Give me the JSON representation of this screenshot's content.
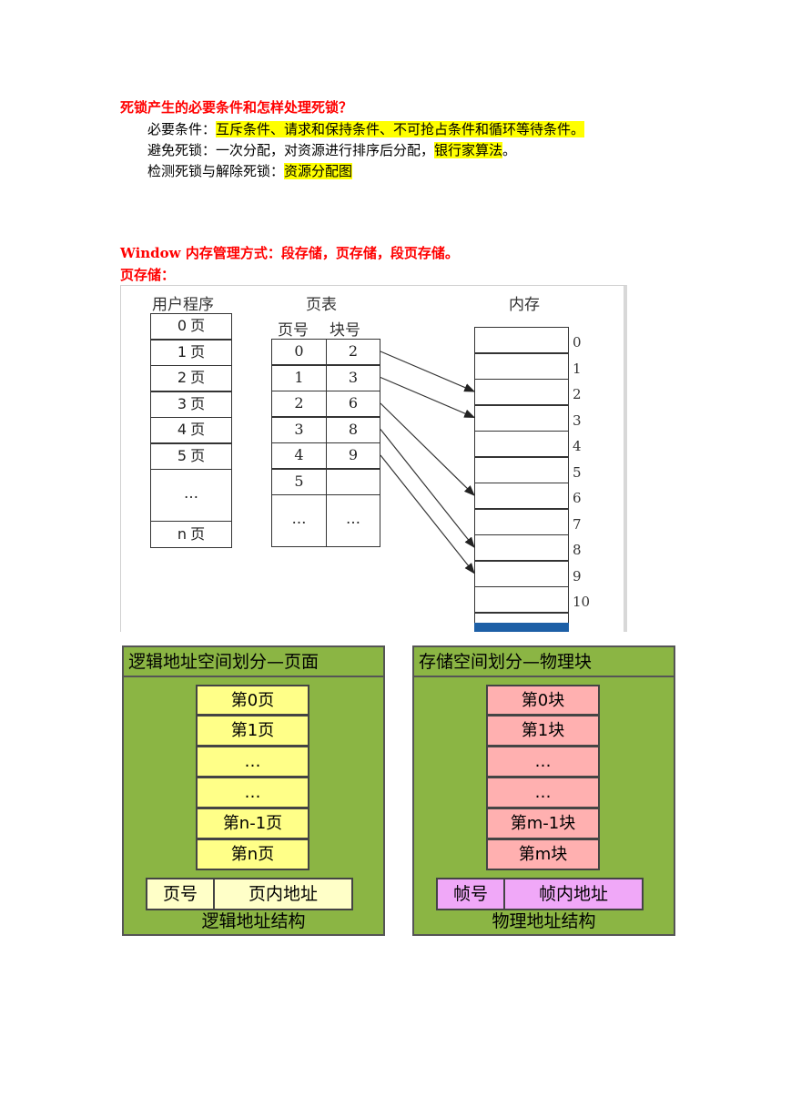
{
  "section1": {
    "heading": "死锁产生的必要条件和怎样处理死锁？",
    "line1_label": "必要条件：",
    "line1_value": "互斥条件、请求和保持条件、不可抢占条件和循环等待条件。",
    "line2_label": "避免死锁：",
    "line2_plain": "一次分配，对资源进行排序后分配，",
    "line2_value": "银行家算法",
    "line2_end": "。",
    "line3_label": "检测死锁与解除死锁：",
    "line3_value": "资源分配图"
  },
  "section2": {
    "heading": "Window 内存管理方式：段存储，页存储，段页存储。",
    "subheading": "页存储："
  },
  "page_table_figure": {
    "user_program_title": "用户程序",
    "page_table_title": "页表",
    "memory_title": "内存",
    "page_no_header": "页号",
    "block_no_header": "块号",
    "user_pages": [
      {
        "num": "0",
        "unit": "页"
      },
      {
        "num": "1",
        "unit": "页"
      },
      {
        "num": "2",
        "unit": "页"
      },
      {
        "num": "3",
        "unit": "页"
      },
      {
        "num": "4",
        "unit": "页"
      },
      {
        "num": "5",
        "unit": "页"
      }
    ],
    "user_ellipsis": "…",
    "user_last": {
      "num": "n",
      "unit": "页"
    },
    "table_rows": [
      {
        "page": "0",
        "block": "2"
      },
      {
        "page": "1",
        "block": "3"
      },
      {
        "page": "2",
        "block": "6"
      },
      {
        "page": "3",
        "block": "8"
      },
      {
        "page": "4",
        "block": "9"
      },
      {
        "page": "5",
        "block": ""
      }
    ],
    "table_ellipsis_page": "…",
    "table_ellipsis_block": "…",
    "memory_blocks": [
      "0",
      "1",
      "2",
      "3",
      "4",
      "5",
      "6",
      "7",
      "8",
      "9",
      "10"
    ]
  },
  "logical_box": {
    "title": "逻辑地址空间划分—页面",
    "cells": [
      "第0页",
      "第1页",
      "…",
      "…",
      "第n-1页",
      "第n页"
    ],
    "addr_part1": "页号",
    "addr_part2": "页内地址",
    "footer": "逻辑地址结构",
    "cell_color": "#ffff88",
    "addr_color": "#ffffc8"
  },
  "physical_box": {
    "title": "存储空间划分—物理块",
    "cells": [
      "第0块",
      "第1块",
      "…",
      "…",
      "第m-1块",
      "第m块"
    ],
    "addr_part1": "帧号",
    "addr_part2": "帧内地址",
    "footer": "物理地址结构",
    "cell_color": "#ffb0b0",
    "addr_color": "#f0a8f8"
  },
  "colors": {
    "heading_red": "#ff0000",
    "highlight_yellow": "#ffff00",
    "box_green": "#8bb544"
  }
}
